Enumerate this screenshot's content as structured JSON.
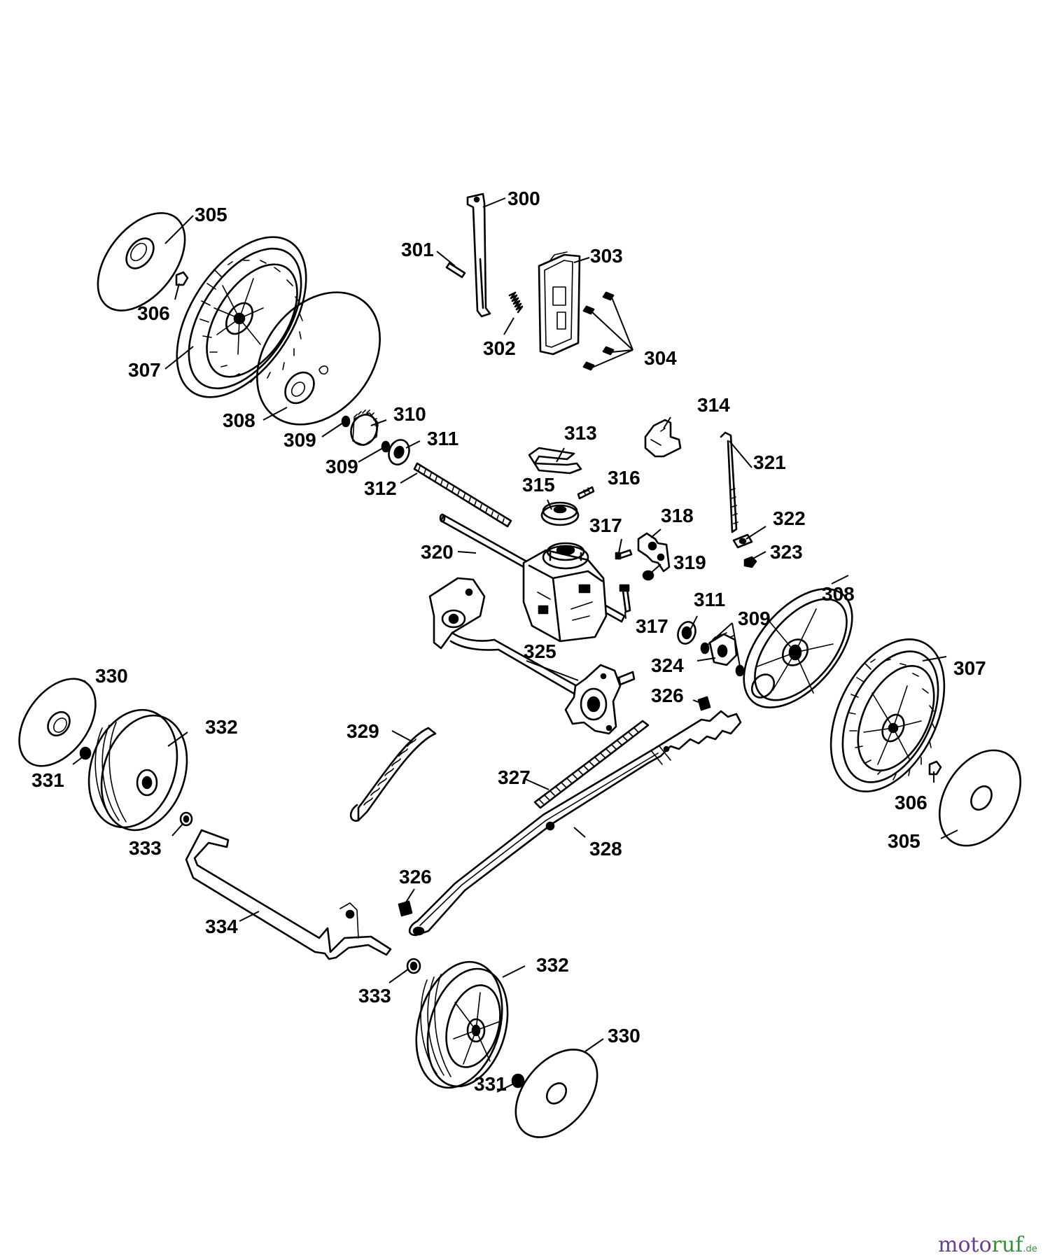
{
  "labels": {
    "p300": "300",
    "p301": "301",
    "p302": "302",
    "p303": "303",
    "p304": "304",
    "p305a": "305",
    "p306a": "306",
    "p307a": "307",
    "p308a": "308",
    "p309a": "309",
    "p309b": "309",
    "p310": "310",
    "p311a": "311",
    "p312": "312",
    "p313": "313",
    "p314": "314",
    "p315": "315",
    "p316": "316",
    "p317a": "317",
    "p318": "318",
    "p319": "319",
    "p317b": "317",
    "p320": "320",
    "p321": "321",
    "p322": "322",
    "p323": "323",
    "p311b": "311",
    "p309c": "309",
    "p308b": "308",
    "p307b": "307",
    "p324": "324",
    "p325": "325",
    "p326a": "326",
    "p306b": "306",
    "p305b": "305",
    "p330a": "330",
    "p332a": "332",
    "p331a": "331",
    "p333a": "333",
    "p329": "329",
    "p327": "327",
    "p328": "328",
    "p326b": "326",
    "p334": "334",
    "p333b": "333",
    "p332b": "332",
    "p330b": "330",
    "p331b": "331"
  },
  "watermark": {
    "part1": "moto",
    "part2": "ruf",
    "suffix": ".de"
  }
}
